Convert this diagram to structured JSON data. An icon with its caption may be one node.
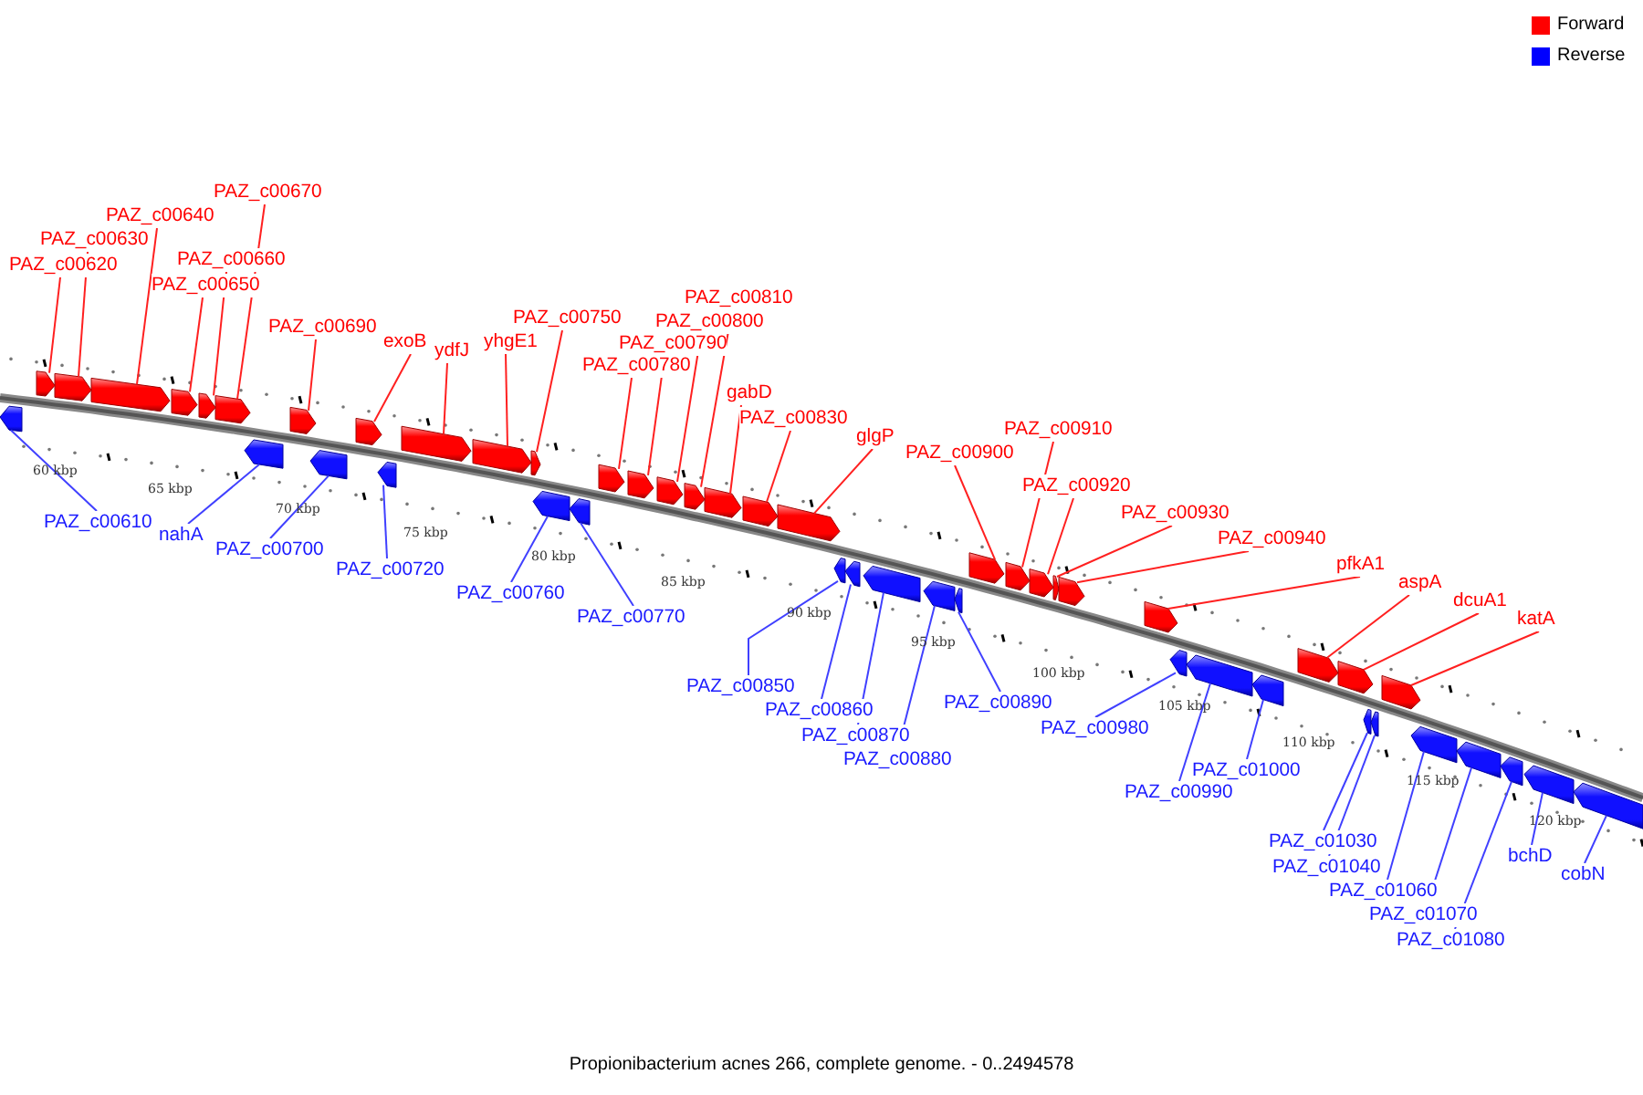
{
  "diagram": {
    "caption": "Propionibacterium acnes 266, complete genome. - 0..2494578",
    "nodes": [
      {
        "text": [
          "PAZ_c00620"
        ]
      },
      {
        "text": [
          "PAZ_c00630"
        ]
      },
      {
        "text": [
          "PAZ_c00640"
        ]
      },
      {
        "text": [
          "PAZ_c00670"
        ]
      },
      {
        "text": [
          "PAZ_c00660"
        ]
      },
      {
        "text": [
          "PAZ_c00650"
        ]
      },
      {
        "text": [
          "PAZ_c00690"
        ]
      },
      {
        "text": [
          "exoB"
        ]
      },
      {
        "text": [
          "ydfJ"
        ]
      },
      {
        "text": [
          "yhgE1"
        ]
      },
      {
        "text": [
          "PAZ_c00750"
        ]
      },
      {
        "text": [
          "PAZ_c00810"
        ]
      },
      {
        "text": [
          "PAZ_c00800"
        ]
      },
      {
        "text": [
          "PAZ_c00790"
        ]
      },
      {
        "text": [
          "PAZ_c00780"
        ]
      },
      {
        "text": [
          "gabD"
        ]
      },
      {
        "text": [
          "PAZ_c00830"
        ]
      },
      {
        "text": [
          "glgP"
        ]
      },
      {
        "text": [
          "PAZ_c00900"
        ]
      },
      {
        "text": [
          "PAZ_c00910"
        ]
      },
      {
        "text": [
          "PAZ_c00920"
        ]
      },
      {
        "text": [
          "PAZ_c00930"
        ]
      },
      {
        "text": [
          "PAZ_c00940"
        ]
      },
      {
        "text": [
          "pfkA1"
        ]
      },
      {
        "text": [
          "aspA"
        ]
      },
      {
        "text": [
          "dcuA1"
        ]
      },
      {
        "text": [
          "katA"
        ]
      },
      {
        "text": [
          "PAZ_c00610"
        ]
      },
      {
        "text": [
          "nahA"
        ]
      },
      {
        "text": [
          "PAZ_c00700"
        ]
      },
      {
        "text": [
          "PAZ_c00720"
        ]
      },
      {
        "text": [
          "PAZ_c00760"
        ]
      },
      {
        "text": [
          "PAZ_c00770"
        ]
      },
      {
        "text": [
          "PAZ_c00850"
        ]
      },
      {
        "text": [
          "PAZ_c00860"
        ]
      },
      {
        "text": [
          "PAZ_c00870"
        ]
      },
      {
        "text": [
          "PAZ_c00880"
        ]
      },
      {
        "text": [
          "PAZ_c00890"
        ]
      },
      {
        "text": [
          "PAZ_c00980"
        ]
      },
      {
        "text": [
          "PAZ_c00990"
        ]
      },
      {
        "text": [
          "PAZ_c01000"
        ]
      },
      {
        "text": [
          "PAZ_c01030"
        ]
      },
      {
        "text": [
          "PAZ_c01040"
        ]
      },
      {
        "text": [
          "PAZ_c01060"
        ]
      },
      {
        "text": [
          "PAZ_c01070"
        ]
      },
      {
        "text": [
          "PAZ_c01080"
        ]
      },
      {
        "text": [
          "bchD"
        ]
      },
      {
        "text": [
          "cobN"
        ]
      },
      {
        "text": [],
        "shape": "arrow"
      },
      {
        "text": [],
        "shape": "arrow"
      },
      {
        "text": [],
        "shape": "arrow"
      },
      {
        "text": [],
        "shape": "arrow"
      },
      {
        "text": [],
        "shape": "arrow"
      },
      {
        "text": [],
        "shape": "arrow"
      },
      {
        "text": [],
        "shape": "arrow"
      },
      {
        "text": [],
        "shape": "arrow"
      },
      {
        "text": [],
        "shape": "arrow"
      },
      {
        "text": [],
        "shape": "arrow"
      },
      {
        "text": [],
        "shape": "arrow"
      },
      {
        "text": [],
        "shape": "arrow"
      },
      {
        "text": [],
        "shape": "arrow"
      },
      {
        "text": [],
        "shape": "arrow"
      },
      {
        "text": [],
        "shape": "arrow"
      },
      {
        "text": [],
        "shape": "arrow"
      },
      {
        "text": [],
        "shape": "arrow"
      },
      {
        "text": [],
        "shape": "arrow"
      },
      {
        "text": [],
        "shape": "arrow"
      },
      {
        "text": [],
        "shape": "arrow"
      },
      {
        "text": [],
        "shape": "arrow"
      },
      {
        "text": [],
        "shape": "arrow"
      },
      {
        "text": [],
        "shape": "arrow"
      },
      {
        "text": [],
        "shape": "arrow"
      },
      {
        "text": [],
        "shape": "arrow"
      },
      {
        "text": [],
        "shape": "arrow"
      },
      {
        "text": [],
        "shape": "arrow"
      },
      {
        "text": [],
        "shape": "arrow"
      },
      {
        "text": [],
        "shape": "arrow"
      },
      {
        "text": [],
        "shape": "arrow"
      },
      {
        "text": [],
        "shape": "arrow"
      },
      {
        "text": [],
        "shape": "arrow"
      },
      {
        "text": [],
        "shape": "arrow"
      },
      {
        "text": [],
        "shape": "arrow"
      },
      {
        "text": [],
        "shape": "arrow"
      },
      {
        "text": [],
        "shape": "arrow"
      },
      {
        "text": [],
        "shape": "arrow"
      },
      {
        "text": [],
        "shape": "arrow"
      },
      {
        "text": [],
        "shape": "arrow"
      },
      {
        "text": [],
        "shape": "arrow"
      },
      {
        "text": [],
        "shape": "arrow"
      },
      {
        "text": [],
        "shape": "arrow"
      },
      {
        "text": [],
        "shape": "arrow"
      },
      {
        "text": [],
        "shape": "arrow"
      },
      {
        "text": [],
        "shape": "arrow"
      },
      {
        "text": [],
        "shape": "arrow"
      },
      {
        "text": [],
        "shape": "arrow"
      },
      {
        "text": [],
        "shape": "arrow"
      }
    ],
    "edges": [
      {
        "from": 0,
        "to": 49,
        "arrow": "none"
      },
      {
        "from": 1,
        "to": 50,
        "arrow": "none"
      },
      {
        "from": 2,
        "to": 51,
        "arrow": "none"
      },
      {
        "from": 3,
        "to": 54,
        "arrow": "none"
      },
      {
        "from": 4,
        "to": 53,
        "arrow": "none"
      },
      {
        "from": 5,
        "to": 52,
        "arrow": "none"
      },
      {
        "from": 6,
        "to": 56,
        "arrow": "none"
      },
      {
        "from": 7,
        "to": 58,
        "arrow": "none"
      },
      {
        "from": 8,
        "to": 60,
        "arrow": "none"
      },
      {
        "from": 9,
        "to": 61,
        "arrow": "none"
      },
      {
        "from": 10,
        "to": 62,
        "arrow": "none"
      },
      {
        "from": 11,
        "to": 68,
        "arrow": "none"
      },
      {
        "from": 12,
        "to": 67,
        "arrow": "none"
      },
      {
        "from": 13,
        "to": 66,
        "arrow": "none"
      },
      {
        "from": 14,
        "to": 65,
        "arrow": "none"
      },
      {
        "from": 15,
        "to": 69,
        "arrow": "none"
      },
      {
        "from": 16,
        "to": 70,
        "arrow": "none"
      },
      {
        "from": 17,
        "to": 71,
        "arrow": "none"
      },
      {
        "from": 18,
        "to": 77,
        "arrow": "none"
      },
      {
        "from": 19,
        "to": 78,
        "arrow": "none"
      },
      {
        "from": 20,
        "to": 79,
        "arrow": "none"
      },
      {
        "from": 21,
        "to": 80,
        "arrow": "none"
      },
      {
        "from": 22,
        "to": 81,
        "arrow": "none"
      },
      {
        "from": 23,
        "to": 82,
        "arrow": "none"
      },
      {
        "from": 24,
        "to": 86,
        "arrow": "none"
      },
      {
        "from": 25,
        "to": 87,
        "arrow": "none"
      },
      {
        "from": 26,
        "to": 90,
        "arrow": "none"
      },
      {
        "from": 27,
        "to": 48,
        "arrow": "none",
        "color": "#4040ff"
      },
      {
        "from": 28,
        "to": 55,
        "arrow": "none",
        "color": "#4040ff"
      },
      {
        "from": 29,
        "to": 57,
        "arrow": "none",
        "color": "#4040ff"
      },
      {
        "from": 30,
        "to": 59,
        "arrow": "none",
        "color": "#4040ff"
      },
      {
        "from": 31,
        "to": 63,
        "arrow": "none",
        "color": "#4040ff"
      },
      {
        "from": 32,
        "to": 64,
        "arrow": "none",
        "color": "#4040ff"
      },
      {
        "from": 33,
        "to": 72,
        "arrow": "none",
        "color": "#4040ff"
      },
      {
        "from": 34,
        "to": 73,
        "arrow": "none",
        "color": "#4040ff"
      },
      {
        "from": 35,
        "to": 74,
        "arrow": "none",
        "color": "#4040ff"
      },
      {
        "from": 36,
        "to": 75,
        "arrow": "none",
        "color": "#4040ff"
      },
      {
        "from": 37,
        "to": 76,
        "arrow": "none",
        "color": "#4040ff"
      },
      {
        "from": 38,
        "to": 83,
        "arrow": "none",
        "color": "#4040ff"
      },
      {
        "from": 39,
        "to": 84,
        "arrow": "none",
        "color": "#4040ff"
      },
      {
        "from": 40,
        "to": 85,
        "arrow": "none",
        "color": "#4040ff"
      },
      {
        "from": 41,
        "to": 88,
        "arrow": "none",
        "color": "#4040ff"
      },
      {
        "from": 42,
        "to": 89,
        "arrow": "none",
        "color": "#4040ff"
      },
      {
        "from": 43,
        "to": 91,
        "arrow": "none",
        "color": "#4040ff"
      },
      {
        "from": 44,
        "to": 92,
        "arrow": "none",
        "color": "#4040ff"
      },
      {
        "from": 45,
        "to": 93,
        "arrow": "none",
        "color": "#4040ff"
      },
      {
        "from": 46,
        "to": 94,
        "arrow": "none",
        "color": "#4040ff"
      },
      {
        "from": 47,
        "to": 95,
        "arrow": "none",
        "color": "#4040ff"
      }
    ],
    "labels": [
      "60 kbp",
      "65 kbp",
      "70 kbp",
      "75 kbp",
      "80 kbp",
      "85 kbp",
      "90 kbp",
      "95 kbp",
      "100 kbp",
      "105 kbp",
      "110 kbp",
      "115 kbp",
      "120 kbp"
    ],
    "legend": [
      {
        "text": "Forward",
        "color": "#ff0000"
      },
      {
        "text": "Reverse",
        "color": "#0000ff"
      }
    ]
  }
}
